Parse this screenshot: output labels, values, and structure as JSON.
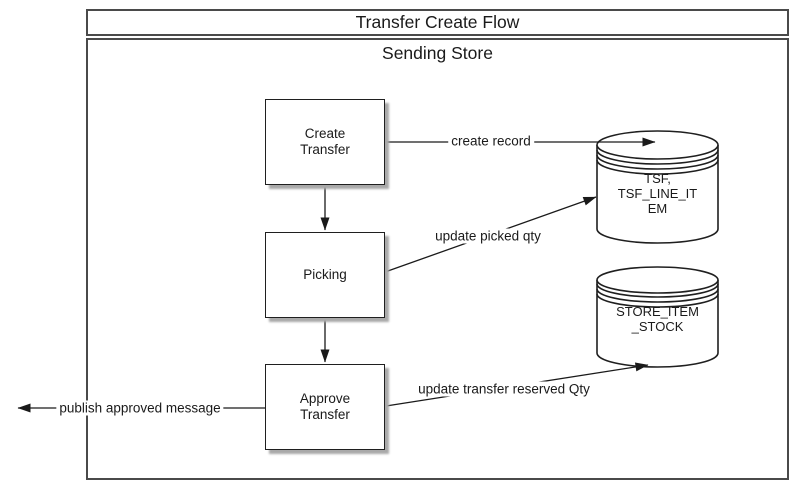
{
  "diagram": {
    "title": "Transfer Create Flow",
    "subtitle": "Sending Store"
  },
  "nodes": {
    "create_transfer": {
      "label": "Create\nTransfer"
    },
    "picking": {
      "label": "Picking"
    },
    "approve_transfer": {
      "label": "Approve\nTransfer"
    },
    "tsf_db": {
      "label": "TSF,\nTSF_LINE_IT\nEM"
    },
    "store_item_stock_db": {
      "label": "STORE_ITEM\n_STOCK"
    }
  },
  "edges": {
    "create_record": {
      "label": "create record"
    },
    "update_picked_qty": {
      "label": "update picked qty"
    },
    "update_transfer_reserved_qty": {
      "label": "update transfer reserved Qty"
    },
    "publish_approved_message": {
      "label": "publish approved message"
    }
  },
  "colors": {
    "line": "#1a1a1a",
    "box_border": "#1f1f1f",
    "frame_border": "#4a4a4a",
    "shadow": "#a9a9a9",
    "background": "#ffffff"
  }
}
